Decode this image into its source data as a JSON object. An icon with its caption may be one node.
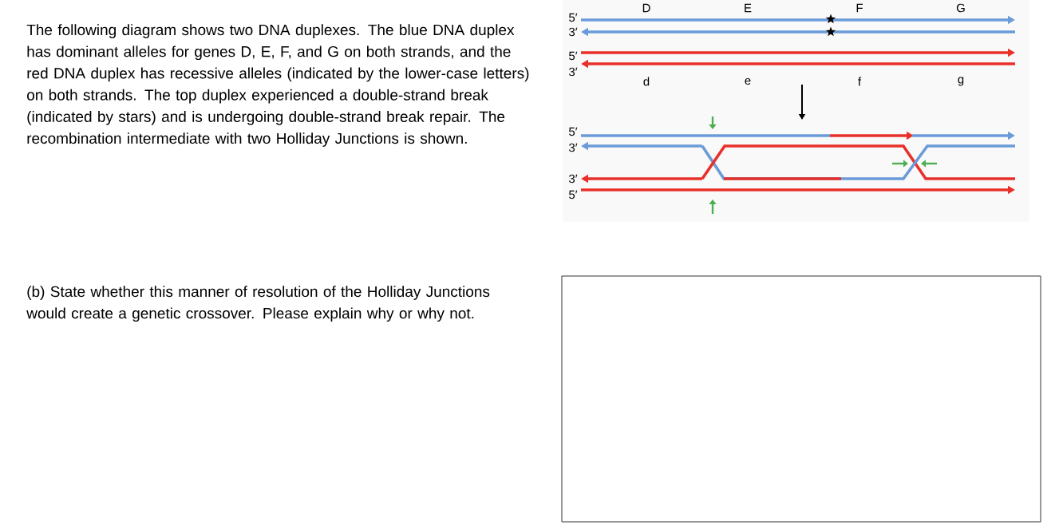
{
  "diagram": {
    "labels": [
      "The following diagram shows two DNA duplexes. The blue DNA duplex has dominant alleles for genes D, E, F, and G on both strands, and the red DNA duplex has recessive alleles (indicated by the lower-case letters) on both strands. The top duplex experienced a double-strand break (indicated by stars) and is undergoing double-strand break repair. The recombination intermediate with two Holliday Junctions is shown.",
      "D",
      "E",
      "F",
      "G",
      "5′",
      "3′",
      "5′",
      "3′",
      "d",
      "e",
      "f",
      "g",
      "5′",
      "3′",
      "3′",
      "5′",
      "(b)  State whether this manner of resolution of the Holliday Junctions would create a genetic crossover. Please explain why or why not."
    ]
  }
}
